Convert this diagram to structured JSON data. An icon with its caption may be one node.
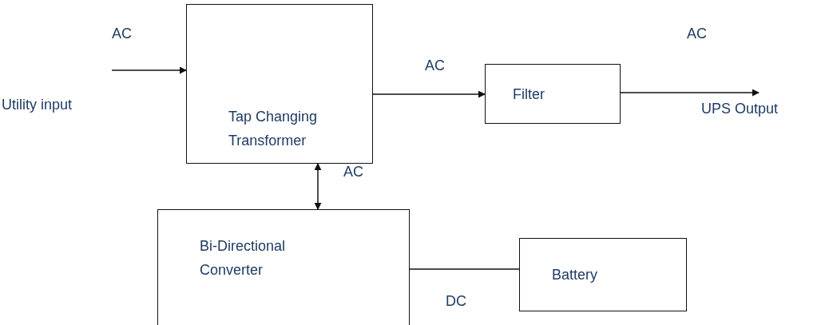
{
  "diagram": {
    "nodes": [
      {
        "text": [
          "Tap Changing Transformer"
        ]
      },
      {
        "text": [
          "Filter"
        ]
      },
      {
        "text": [
          "Bi-Directional Converter"
        ]
      },
      {
        "text": [
          "Battery"
        ]
      },
      {
        "text": [
          "Utility input"
        ]
      },
      {
        "text": [
          "UPS Output"
        ]
      }
    ],
    "edges": [
      {
        "from": 4,
        "to": 0,
        "arrow": "to",
        "label": "AC"
      },
      {
        "from": 0,
        "to": 1,
        "arrow": "to",
        "label": "AC"
      },
      {
        "from": 1,
        "to": 5,
        "arrow": "to",
        "label": "AC"
      },
      {
        "from": 0,
        "to": 2,
        "arrow": "both",
        "label": "AC"
      },
      {
        "from": 2,
        "to": 3,
        "arrow": "none",
        "label": "DC"
      }
    ],
    "labels": []
  }
}
